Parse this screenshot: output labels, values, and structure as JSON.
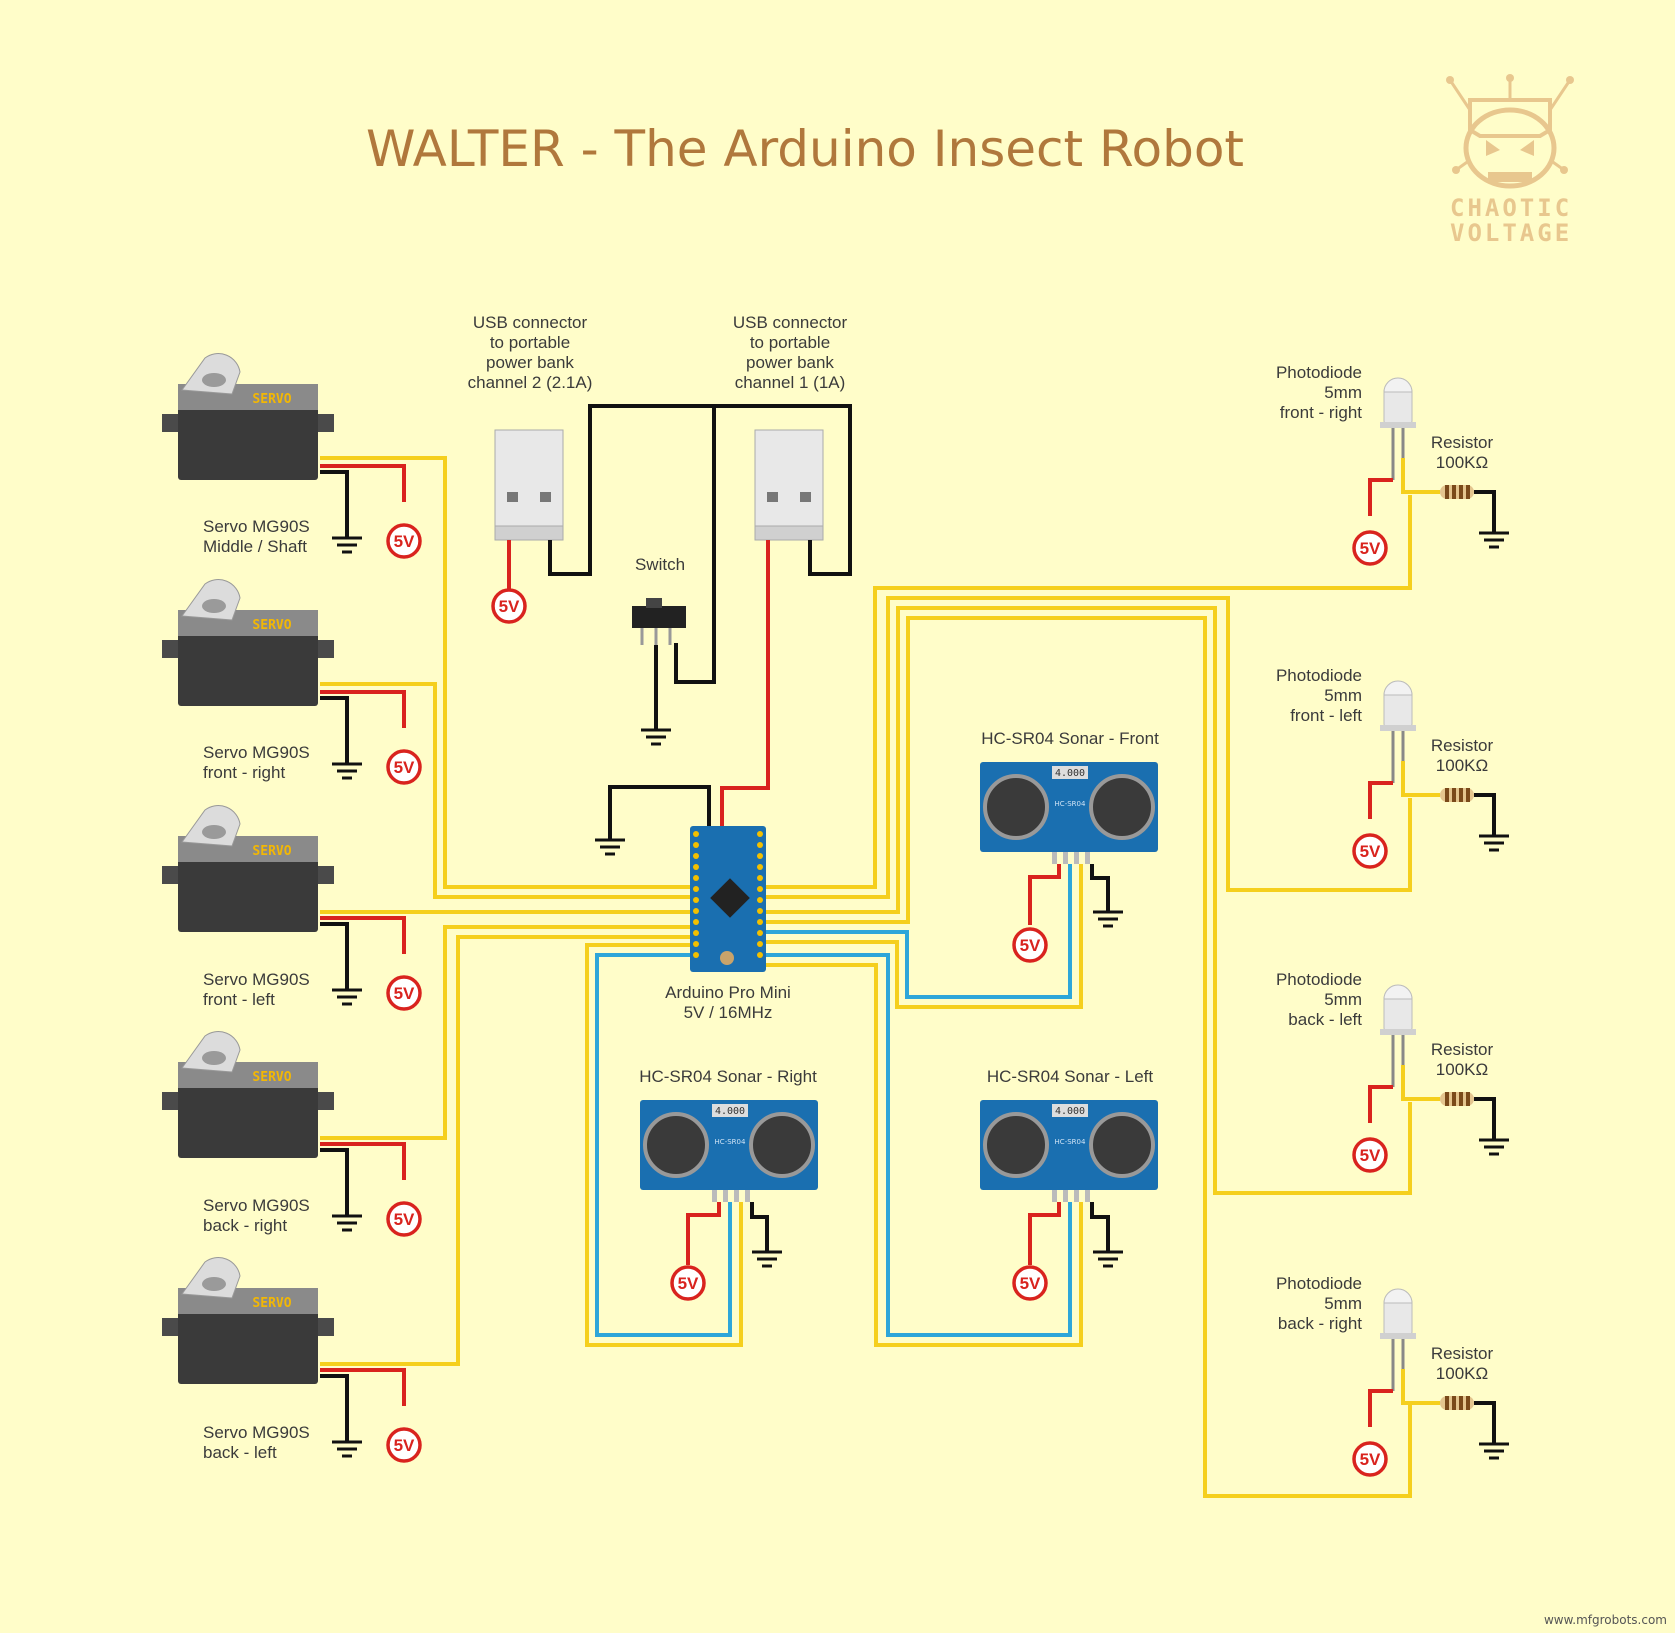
{
  "title": "WALTER - The Arduino Insect Robot",
  "logo": {
    "line1": "CHAOTIC",
    "line2": "VOLTAGE"
  },
  "footer": "www.mfgrobots.com",
  "power_badge": "5V",
  "servo_brand": "SERVO",
  "sonar_chip": "4.000",
  "sonar_model": "HC-SR04",
  "servos": [
    {
      "line1": "Servo MG90S",
      "line2": "Middle / Shaft"
    },
    {
      "line1": "Servo MG90S",
      "line2": "front - right"
    },
    {
      "line1": "Servo MG90S",
      "line2": "front - left"
    },
    {
      "line1": "Servo MG90S",
      "line2": "back - right"
    },
    {
      "line1": "Servo MG90S",
      "line2": "back - left"
    }
  ],
  "usb": [
    {
      "lines": [
        "USB connector",
        "to portable",
        "power bank",
        "channel 2 (2.1A)"
      ]
    },
    {
      "lines": [
        "USB connector",
        "to portable",
        "power bank",
        "channel 1 (1A)"
      ]
    }
  ],
  "switch_label": "Switch",
  "arduino": {
    "line1": "Arduino Pro Mini",
    "line2": "5V / 16MHz"
  },
  "sonars": {
    "front": "HC-SR04 Sonar - Front",
    "right": "HC-SR04 Sonar - Right",
    "left": "HC-SR04 Sonar - Left"
  },
  "photodiodes": [
    {
      "line1": "Photodiode",
      "line2": "5mm",
      "line3": "front - right"
    },
    {
      "line1": "Photodiode",
      "line2": "5mm",
      "line3": "front - left"
    },
    {
      "line1": "Photodiode",
      "line2": "5mm",
      "line3": "back - left"
    },
    {
      "line1": "Photodiode",
      "line2": "5mm",
      "line3": "back - right"
    }
  ],
  "resistor": {
    "line1": "Resistor",
    "line2": "100KΩ"
  },
  "colors": {
    "background": "#fffdc9",
    "signal": "#f5cf1d",
    "power": "#d9231e",
    "ground": "#111111",
    "trigger": "#2ea6d9",
    "title": "#b0783c",
    "board": "#1a6fb0"
  }
}
